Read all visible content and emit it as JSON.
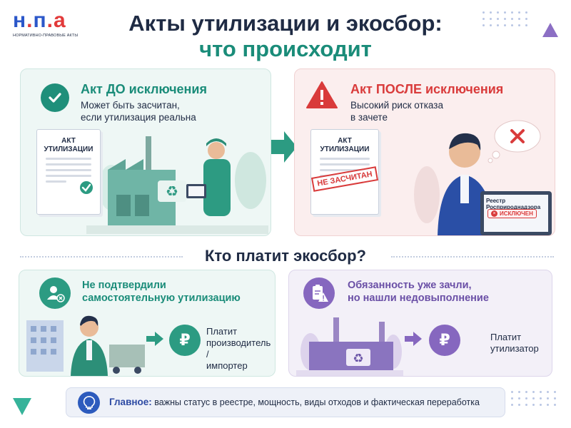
{
  "logo": {
    "part1": "н",
    "dot": ".",
    "part2": "п",
    "dot2": ".",
    "part3": "а",
    "subtitle": "НОРМАТИВНО-ПРАВОВЫЕ АКТЫ"
  },
  "header": {
    "title": "Акты утилизации и экосбор:",
    "subtitle": "что происходит"
  },
  "before": {
    "title_prefix": "Акт ",
    "title_strong": "ДО",
    "title_suffix": " исключения",
    "desc_line1": "Может быть засчитан,",
    "desc_line2": "если утилизация реальна",
    "doc_title_line1": "АКТ",
    "doc_title_line2": "УТИЛИЗАЦИИ"
  },
  "after": {
    "title_prefix": "Акт ",
    "title_strong": "ПОСЛЕ",
    "title_suffix": " исключения",
    "desc_line1": "Высокий риск отказа",
    "desc_line2": "в зачете",
    "doc_title_line1": "АКТ",
    "doc_title_line2": "УТИЛИЗАЦИИ",
    "stamp": "НЕ ЗАСЧИТАН",
    "laptop_header": "Реестр Росприроднадзора",
    "laptop_badge": "ИСКЛЮЧЕН"
  },
  "section": {
    "title": "Кто платит экосбор?"
  },
  "payer_producer": {
    "condition_line1": "Не подтвердили",
    "condition_line2": "самостоятельную утилизацию",
    "pays_line1": "Платит",
    "pays_line2": "производитель /",
    "pays_line3": "импортер",
    "currency": "₽"
  },
  "payer_recycler": {
    "condition_line1": "Обязанность уже зачли,",
    "condition_line2": "но нашли недовыполнение",
    "pays_line1": "Платит",
    "pays_line2": "утилизатор",
    "currency": "₽"
  },
  "footer": {
    "label": "Главное:",
    "text": " важны статус в реестре, мощность, виды отходов и фактическая переработка"
  },
  "colors": {
    "teal": "#1f8f7a",
    "red": "#d93b3b",
    "purple": "#7a5fb0",
    "navy": "#1f2b44",
    "blue": "#2d5bbd"
  },
  "icons": [
    "check-icon",
    "warning-icon",
    "user-cross-icon",
    "clipboard-warning-icon",
    "lightbulb-icon",
    "recycle-icon",
    "ruble-icon",
    "arrow-right-icon"
  ]
}
